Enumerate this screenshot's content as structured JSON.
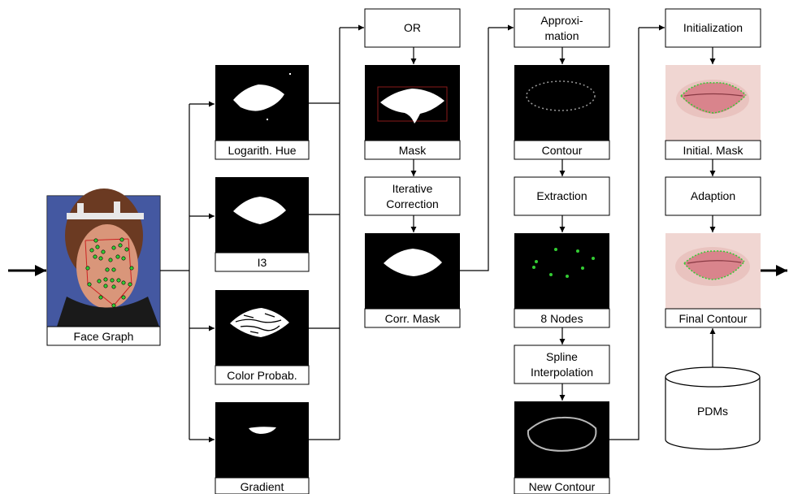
{
  "face": {
    "label": "Face Graph"
  },
  "features": [
    {
      "label": "Logarith. Hue"
    },
    {
      "label": "I3"
    },
    {
      "label": "Color Probab."
    },
    {
      "label": "Gradient"
    }
  ],
  "column_mask": {
    "or_label": "OR",
    "mask_label": "Mask",
    "correction_label": [
      "Iterative",
      "Correction"
    ],
    "corr_mask_label": "Corr. Mask"
  },
  "column_contour": {
    "approx_label": [
      "Approxi-",
      "mation"
    ],
    "contour_label": "Contour",
    "extraction_label": "Extraction",
    "nodes_label": "8 Nodes",
    "spline_label": [
      "Spline",
      "Interpolation"
    ],
    "new_contour_label": "New Contour"
  },
  "column_final": {
    "init_label": "Initialization",
    "init_mask_label": "Initial. Mask",
    "adaption_label": "Adaption",
    "final_contour_label": "Final Contour",
    "pdm_label": "PDMs"
  },
  "colors": {
    "line": "#000000",
    "image_bg": "#000000",
    "mask_white": "#ffffff",
    "node_green": "#33cc33",
    "contour_gray": "#9a9a9a",
    "face_red": "#cc2222",
    "lip_pink": "#d9848c",
    "skin": "#f0d6d2"
  }
}
